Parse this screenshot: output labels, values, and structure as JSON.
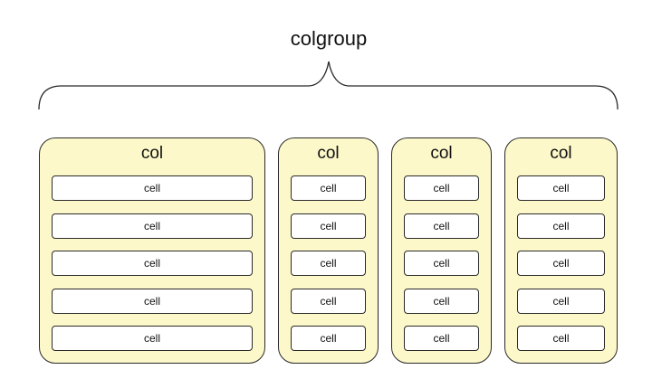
{
  "colgroup": {
    "label": "colgroup"
  },
  "columns": [
    {
      "label": "col",
      "cells": [
        "cell",
        "cell",
        "cell",
        "cell",
        "cell"
      ]
    },
    {
      "label": "col",
      "cells": [
        "cell",
        "cell",
        "cell",
        "cell",
        "cell"
      ]
    },
    {
      "label": "col",
      "cells": [
        "cell",
        "cell",
        "cell",
        "cell",
        "cell"
      ]
    },
    {
      "label": "col",
      "cells": [
        "cell",
        "cell",
        "cell",
        "cell",
        "cell"
      ]
    }
  ],
  "colors": {
    "col_fill": "#fcf8c9",
    "cell_fill": "#ffffff",
    "stroke": "#2a2a2a"
  }
}
